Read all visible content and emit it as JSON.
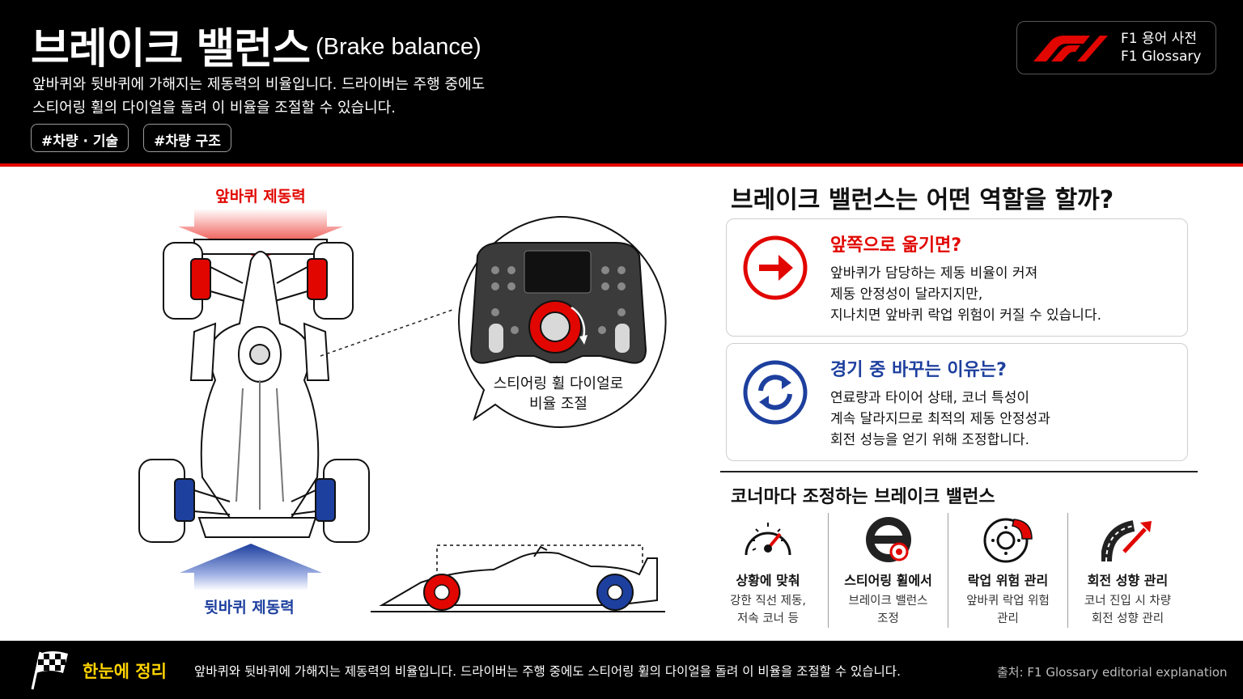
{
  "header": {
    "title": "브레이크 밸런스",
    "subtitle": "(Brake balance)",
    "description_line1": "앞바퀴와 뒷바퀴에 가해지는 제동력의 비율입니다. 드라이버는 주행 중에도",
    "description_line2": "스티어링 휠의 다이얼을 돌려 이 비율을 조절할 수 있습니다.",
    "tags": [
      "#차량 · 기술",
      "#차량 구조"
    ],
    "glossary_line1": "F1 용어 사전",
    "glossary_line2": "F1 Glossary",
    "logo": "F1"
  },
  "illustration": {
    "front_label": "앞바퀴 제동력",
    "rear_label": "뒷바퀴 제동력",
    "bubble_caption_line1": "스티어링 휠 다이얼로",
    "bubble_caption_line2": "비율 조절"
  },
  "panel": {
    "title": "브레이크 밸런스는 어떤 역할을 할까?",
    "cards": [
      {
        "icon": "arrow-right-icon",
        "title": "앞쪽으로 옮기면?",
        "line1": "앞바퀴가 담당하는 제동 비율이 커져",
        "line2": "제동 안정성이 달라지지만,",
        "line3": "지나치면 앞바퀴 락업 위험이 커질 수 있습니다."
      },
      {
        "icon": "refresh-icon",
        "title": "경기 중 바꾸는 이유는?",
        "line1": "연료량과 타이어 상태, 코너 특성이",
        "line2": "계속 달라지므로 최적의 제동 안정성과",
        "line3": "회전 성능을 얻기 위해 조정합니다."
      }
    ],
    "subtitle": "코너마다 조정하는 브레이크 밸런스",
    "features": [
      {
        "icon": "gauge-icon",
        "title": "상황에 맞춰",
        "line1": "강한 직선 제동,",
        "line2": "저속 코너 등"
      },
      {
        "icon": "steering-wheel-icon",
        "title": "스티어링 휠에서",
        "line1": "브레이크 밸런스",
        "line2": "조정"
      },
      {
        "icon": "brake-disc-icon",
        "title": "락업 위험 관리",
        "line1": "앞바퀴 락업 위험",
        "line2": "관리"
      },
      {
        "icon": "corner-road-icon",
        "title": "회전 성향 관리",
        "line1": "코너 진입 시 차량",
        "line2": "회전 성향 관리"
      }
    ]
  },
  "footer": {
    "label": "한눈에 정리",
    "text": "앞바퀴와 뒷바퀴에 가해지는 제동력의 비율입니다. 드라이버는 주행 중에도 스티어링 휠의 다이얼을 돌려 이 비율을 조절할 수 있습니다.",
    "source": "출처: F1 Glossary editorial explanation"
  },
  "colors": {
    "accent_red": "#e10600",
    "accent_blue": "#1d3f9e",
    "header_bg": "#000000",
    "highlight_yellow": "#ffd400"
  }
}
